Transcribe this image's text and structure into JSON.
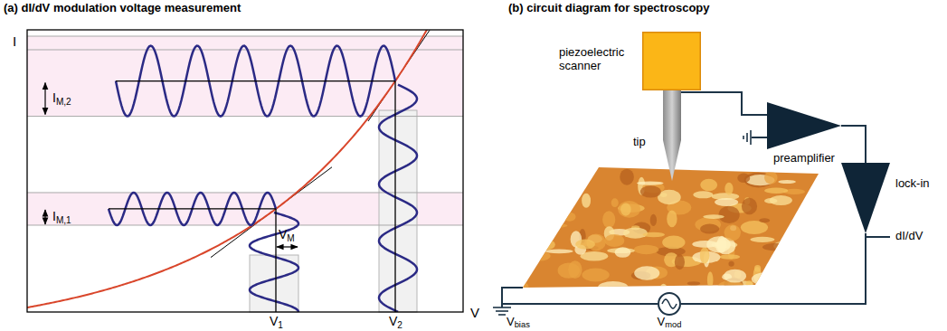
{
  "diagram": {
    "nodes": [
      {
        "text": [
          "piezoelectric scanner"
        ]
      },
      {
        "text": [
          "tip"
        ]
      },
      {
        "text": [
          "preamplifier"
        ]
      },
      {
        "text": [
          "lock-in"
        ]
      },
      {
        "text": [
          "Vmod"
        ]
      }
    ],
    "edges": [
      {
        "from": 1,
        "to": 2,
        "arrow": "none"
      },
      {
        "from": 2,
        "to": 3,
        "arrow": "none"
      },
      {
        "from": 3,
        "to": 4,
        "arrow": "none"
      }
    ],
    "labels": [
      "(a) dI/dV modulation voltage measurement",
      "(b) circuit diagram for spectroscopy",
      "I",
      "IM,2",
      "VM",
      "IM,1",
      "V1",
      "V2",
      "V",
      "dI/dV",
      "Vbias"
    ]
  }
}
